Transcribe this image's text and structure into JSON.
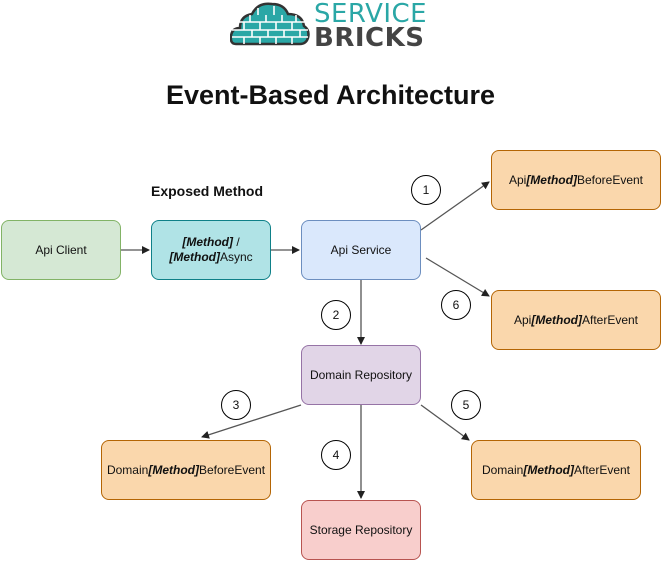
{
  "logo": {
    "line1": "SERVICE",
    "line2": "BRICKS"
  },
  "title": "Event-Based Architecture",
  "exposed_label": "Exposed Method",
  "nodes": {
    "api_client": "Api Client",
    "exposed_method": {
      "p1": "[Method]",
      "p2": " /",
      "p3": "[Method]",
      "p4": "Async"
    },
    "api_service": "Api Service",
    "api_before": {
      "pre": "Api",
      "em": "[Method]",
      "post": "BeforeEvent"
    },
    "api_after": {
      "pre": "Api",
      "em": "[Method]",
      "post": "AfterEvent"
    },
    "domain_repository": "Domain Repository",
    "domain_before": {
      "pre": "Domain",
      "em": "[Method]",
      "post": "BeforeEvent"
    },
    "domain_after": {
      "pre": "Domain",
      "em": "[Method]",
      "post": "AfterEvent"
    },
    "storage_repository": "Storage Repository"
  },
  "steps": [
    "1",
    "2",
    "3",
    "4",
    "5",
    "6"
  ],
  "colors": {
    "green": "#d5e8d4",
    "teal": "#b0e3e6",
    "blue": "#dae8fc",
    "purple": "#e1d5e7",
    "orange": "#fad7ac",
    "red": "#f8cecc",
    "logo_teal": "#2aa7a6",
    "arrow": "#555555"
  }
}
